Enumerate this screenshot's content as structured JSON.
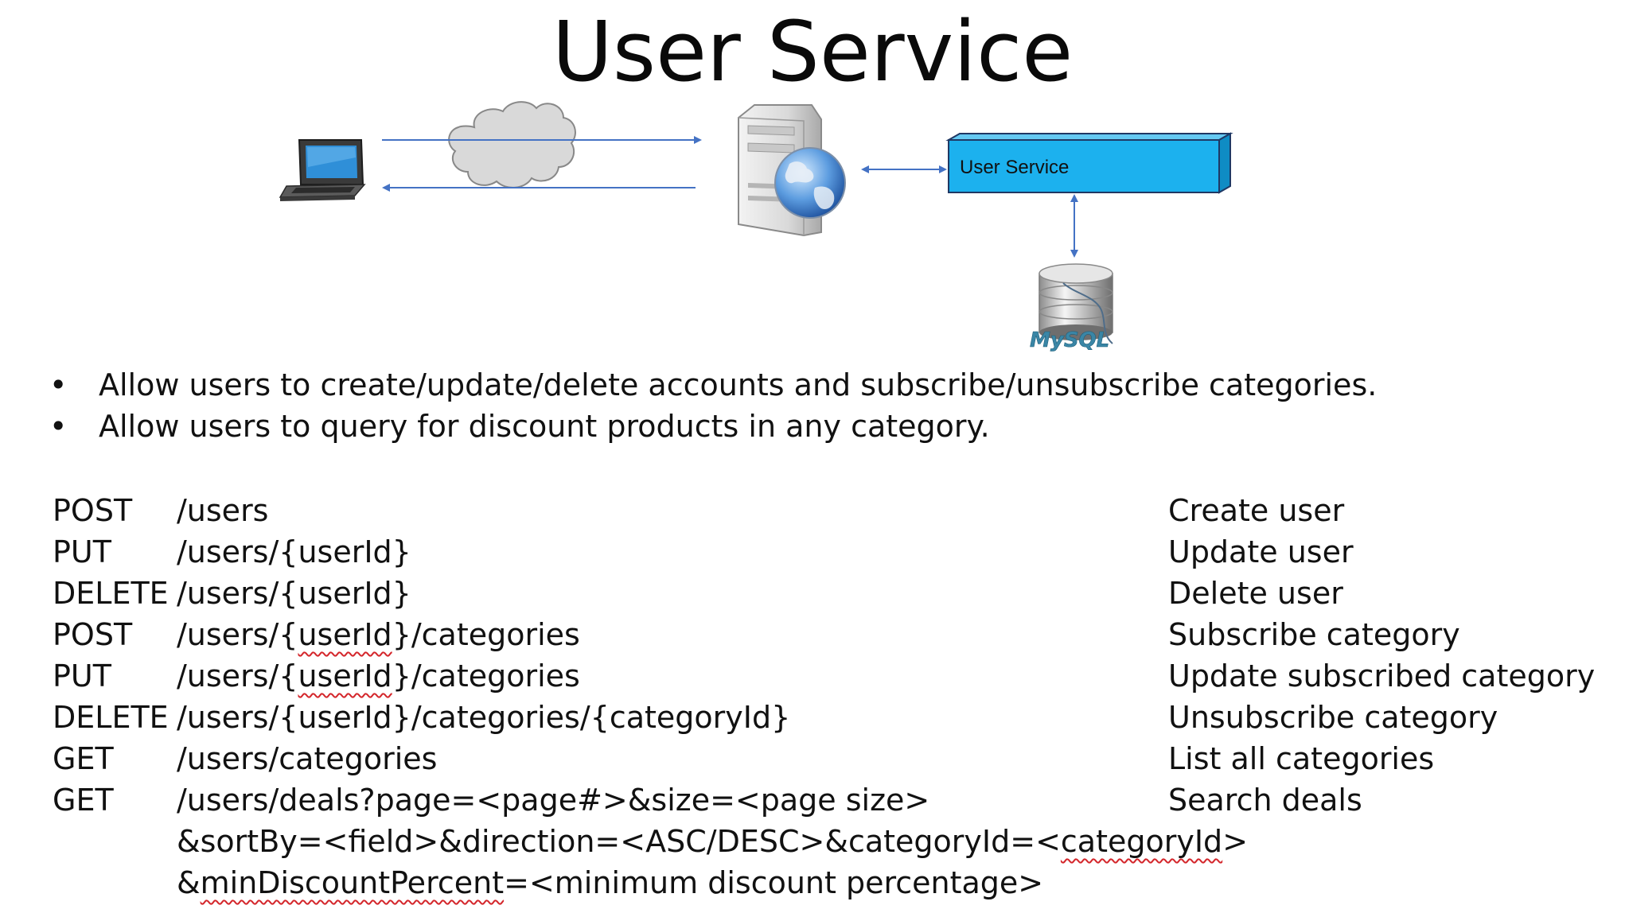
{
  "title": "User Service",
  "diagram": {
    "client_icon": "laptop-icon",
    "network_icon": "cloud-icon",
    "server_icon": "web-server-icon",
    "service_box_label": "User Service",
    "service_box_color": "#1cb1ee",
    "database_icon": "mysql-database-icon",
    "database_logo_text": "MySQL",
    "arrow_color": "#4472c4"
  },
  "bullets": [
    "Allow users to create/update/delete accounts and subscribe/unsubscribe categories.",
    "Allow users to query for discount products in any category."
  ],
  "api": [
    {
      "method": "POST",
      "path": "/users",
      "desc": "Create user"
    },
    {
      "method": "PUT",
      "path": "/users/{userId}",
      "desc": "Update user"
    },
    {
      "method": "DELETE",
      "path": "/users/{userId}",
      "desc": "Delete user"
    },
    {
      "method": "POST",
      "path_parts": [
        "/users/{",
        "userId",
        "}/categories"
      ],
      "desc": "Subscribe category"
    },
    {
      "method": "PUT",
      "path_parts": [
        "/users/{",
        "userId",
        "}/categories"
      ],
      "desc": "Update subscribed category"
    },
    {
      "method": "DELETE",
      "path": "/users/{userId}/categories/{categoryId}",
      "desc": "Unsubscribe category"
    },
    {
      "method": "GET",
      "path": "/users/categories",
      "desc": "List all categories"
    },
    {
      "method": "GET",
      "path": "/users/deals?page=<page#>&size=<page size>",
      "desc": "Search deals"
    },
    {
      "path_parts": [
        "&sortBy=<field>&direction=<ASC/DESC>&categoryId=<",
        "categoryId",
        ">"
      ]
    },
    {
      "path_parts": [
        "&",
        "minDiscountPercent",
        "=<minimum discount percentage>"
      ]
    }
  ]
}
